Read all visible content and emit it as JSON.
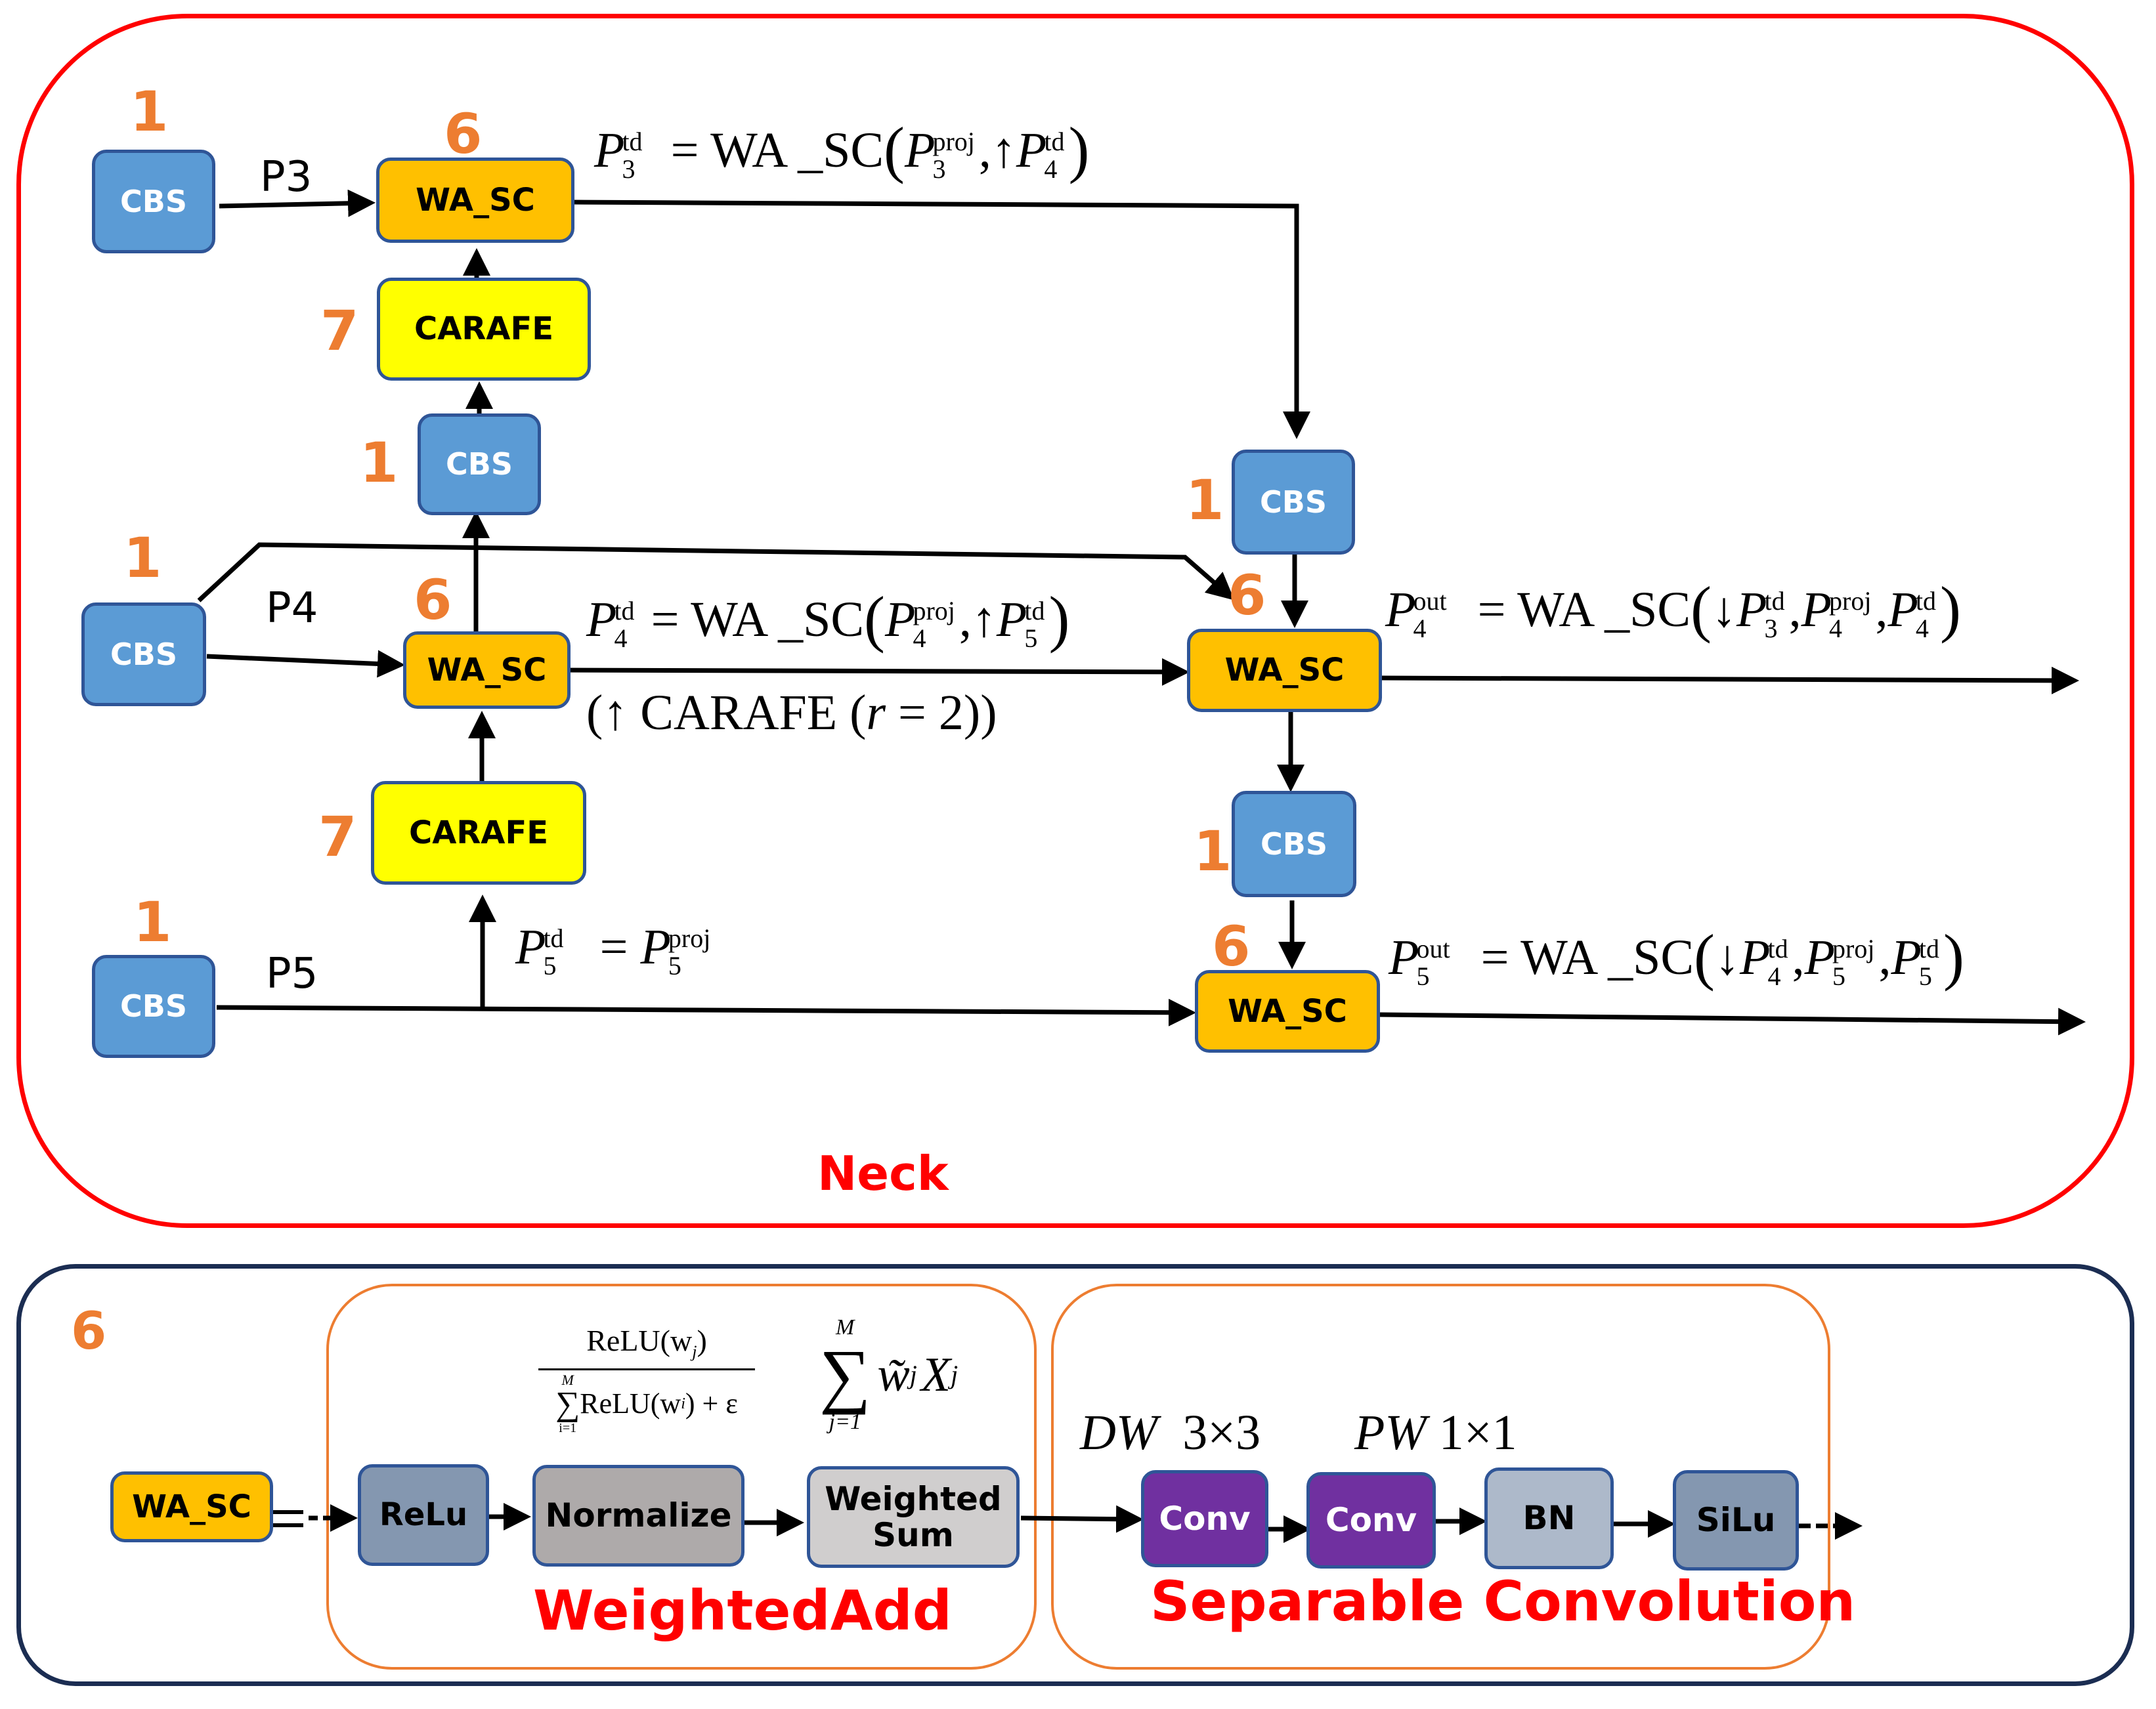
{
  "neck": {
    "title": "Neck",
    "inputs": [
      {
        "label": "P3",
        "block": "CBS",
        "index": "1"
      },
      {
        "label": "P4",
        "block": "CBS",
        "index": "1"
      },
      {
        "label": "P5",
        "block": "CBS",
        "index": "1"
      }
    ],
    "blocks": {
      "cbs": "CBS",
      "wasc": "WA_SC",
      "carafe": "CARAFE"
    },
    "indices": {
      "cbs": "1",
      "wasc": "6",
      "carafe": "7"
    },
    "equations": {
      "p3_td": {
        "lhs": "P",
        "lhs_sup": "td",
        "lhs_sub": "3",
        "rhs": "= WA _SC",
        "args": "P₃^proj, ↑ P₄^td"
      },
      "p4_td": {
        "lhs": "P",
        "lhs_sup": "td",
        "lhs_sub": "4",
        "rhs": "= WA _SC",
        "args": "P₄^proj, ↑ P₅^td",
        "note": "(↑ CARAFE (r = 2))"
      },
      "p5_td": {
        "lhs": "P",
        "lhs_sup": "td",
        "lhs_sub": "5",
        "rhs": "= P₅^proj"
      },
      "p4_out": {
        "lhs": "P",
        "lhs_sup": "out",
        "lhs_sub": "4",
        "rhs": "= WA _SC",
        "args": "↓ P₃^td, P₄^proj, P₄^td"
      },
      "p5_out": {
        "lhs": "P",
        "lhs_sup": "out",
        "lhs_sub": "5",
        "rhs": "= WA _SC",
        "args": "↓ P₄^td, P₅^proj, P₅^td"
      }
    },
    "text": {
      "eq_sym": "=",
      "wa_sc": "WA _SC",
      "P": "P",
      "td": "td",
      "proj": "proj",
      "out": "out",
      "up": "↑",
      "down": "↓",
      "lparen": "(",
      "rparen": ")",
      "comma": ",",
      "s3": "3",
      "s4": "4",
      "s5": "5",
      "carafe_note": "(↑ CARAFE (r = 2))",
      "carafe_note_a": "(↑ CARAFE (",
      "carafe_note_r": "r",
      "carafe_note_b": " = 2))"
    }
  },
  "wa_sc_detail": {
    "index": "6",
    "input_block": "WA_SC",
    "weighted_add": {
      "title": "WeightedAdd",
      "blocks": [
        "ReLu",
        "Normalize",
        "Weighted Sum"
      ],
      "weighted_sum_lines": [
        "Weighted",
        "Sum"
      ],
      "normalize_formula": {
        "numerator": "ReLU(w",
        "numerator_sub": "j",
        "numerator_end": ")",
        "denominator": "ReLU(w",
        "denominator_sub": "i",
        "denominator_end": ") + ε",
        "sum_top": "M",
        "sum_bottom": "i=1",
        "sigma": "∑"
      },
      "sum_formula": {
        "sigma": "∑",
        "top": "M",
        "bottom": "j=1",
        "body_w": "w̃",
        "body_w_sub": "j",
        "body_x": "X",
        "body_x_sub": "j"
      }
    },
    "separable_conv": {
      "title": "Separable Convolution",
      "blocks": [
        "Conv",
        "Conv",
        "BN",
        "SiLu"
      ],
      "dw_label": "DW",
      "dw_size": "3×3",
      "pw_label": "PW",
      "pw_size": "1×1"
    }
  },
  "colors": {
    "neck_border": "#ff0000",
    "detail_border": "#1b2d52",
    "sub_border": "#ed7d31",
    "cbs": "#5b9bd5",
    "wasc": "#ffc000",
    "carafe": "#ffff00",
    "conv": "#7030a0",
    "index_numbers": "#ed7d31",
    "titles": "#ff0000"
  }
}
